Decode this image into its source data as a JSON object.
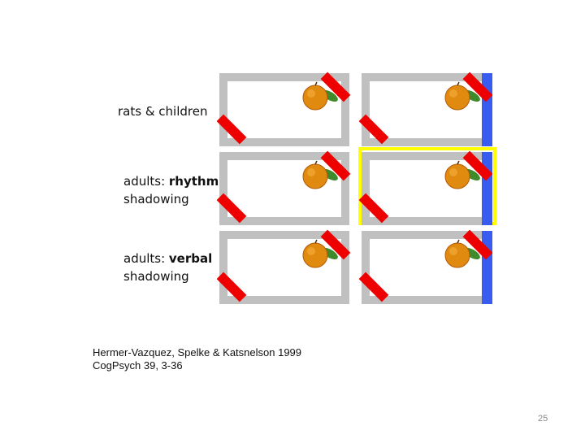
{
  "rows": [
    {
      "label_plain": "rats & children",
      "label_bold": "",
      "label_line2": ""
    },
    {
      "label_plain": "adults: ",
      "label_bold": "rhythm",
      "label_line2": "shadowing"
    },
    {
      "label_plain": "adults: ",
      "label_bold": "verbal",
      "label_line2": "shadowing"
    }
  ],
  "colors": {
    "wall": "#c0c0c0",
    "blue_wall": "#3a5bf0",
    "marker": "#ee0000",
    "highlight": "#ffff00"
  },
  "icons": {
    "reward": "tangerine-icon",
    "landmark": "red-bar-marker"
  },
  "highlighted_condition": {
    "row": 2,
    "column": 2
  },
  "citation": {
    "line1": "Hermer-Vazquez, Spelke & Katsnelson 1999",
    "line2": "CogPsych 39, 3-36"
  },
  "page_number": "25"
}
